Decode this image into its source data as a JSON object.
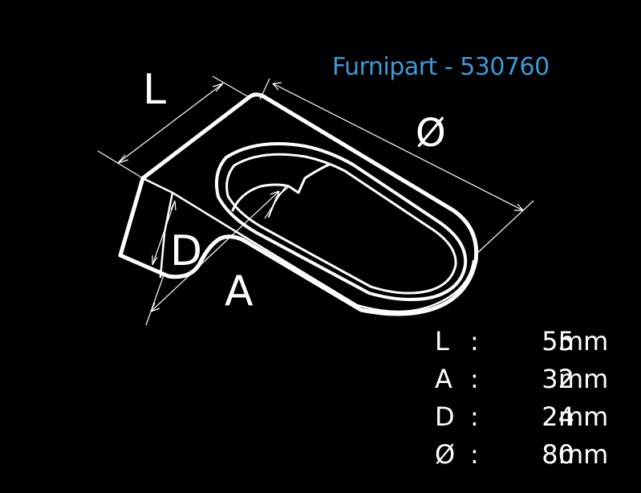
{
  "title": "Furnipart - 530760",
  "labels": {
    "L": "L",
    "D": "D",
    "A": "A",
    "diameter": "Ø"
  },
  "specs": [
    {
      "symbol": "L",
      "separator": ":",
      "value": "55",
      "unit": "mm"
    },
    {
      "symbol": "A",
      "separator": ":",
      "value": "32",
      "unit": "mm"
    },
    {
      "symbol": "D",
      "separator": ":",
      "value": "24",
      "unit": "mm"
    },
    {
      "symbol": "Ø",
      "separator": ":",
      "value": "80",
      "unit": "mm"
    }
  ],
  "colors": {
    "background": "#000000",
    "line": "#ffffff",
    "title": "#3d9ad6"
  }
}
